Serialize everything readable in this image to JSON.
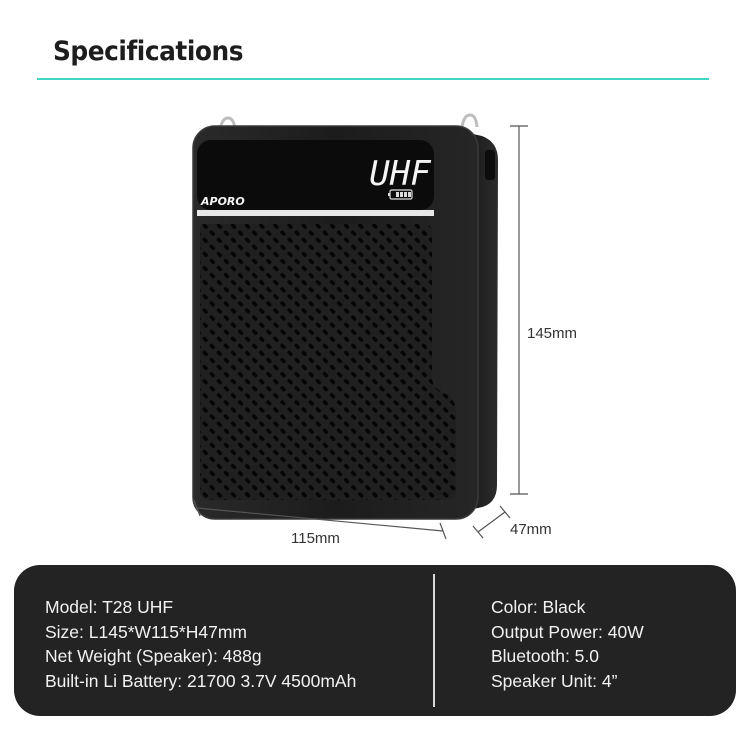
{
  "header": {
    "title": "Specifications",
    "accent_color": "#3fd6c6"
  },
  "product": {
    "brand": "APORO",
    "display_text": "UHF",
    "icons": [
      "battery-icon"
    ],
    "colors": {
      "body": "#1f1f1f",
      "display": "#0b0b0b",
      "stripe": "#e8e8e8"
    }
  },
  "dimensions": {
    "height": "145mm",
    "width": "115mm",
    "depth": "47mm"
  },
  "specs": {
    "left": [
      "Model: T28 UHF",
      "Size: L145*W115*H47mm",
      "Net Weight (Speaker): 488g",
      "Built-in Li Battery: 21700 3.7V 4500mAh"
    ],
    "right": [
      "Color: Black",
      "Output Power: 40W",
      "Bluetooth: 5.0",
      "Speaker Unit: 4”"
    ]
  }
}
